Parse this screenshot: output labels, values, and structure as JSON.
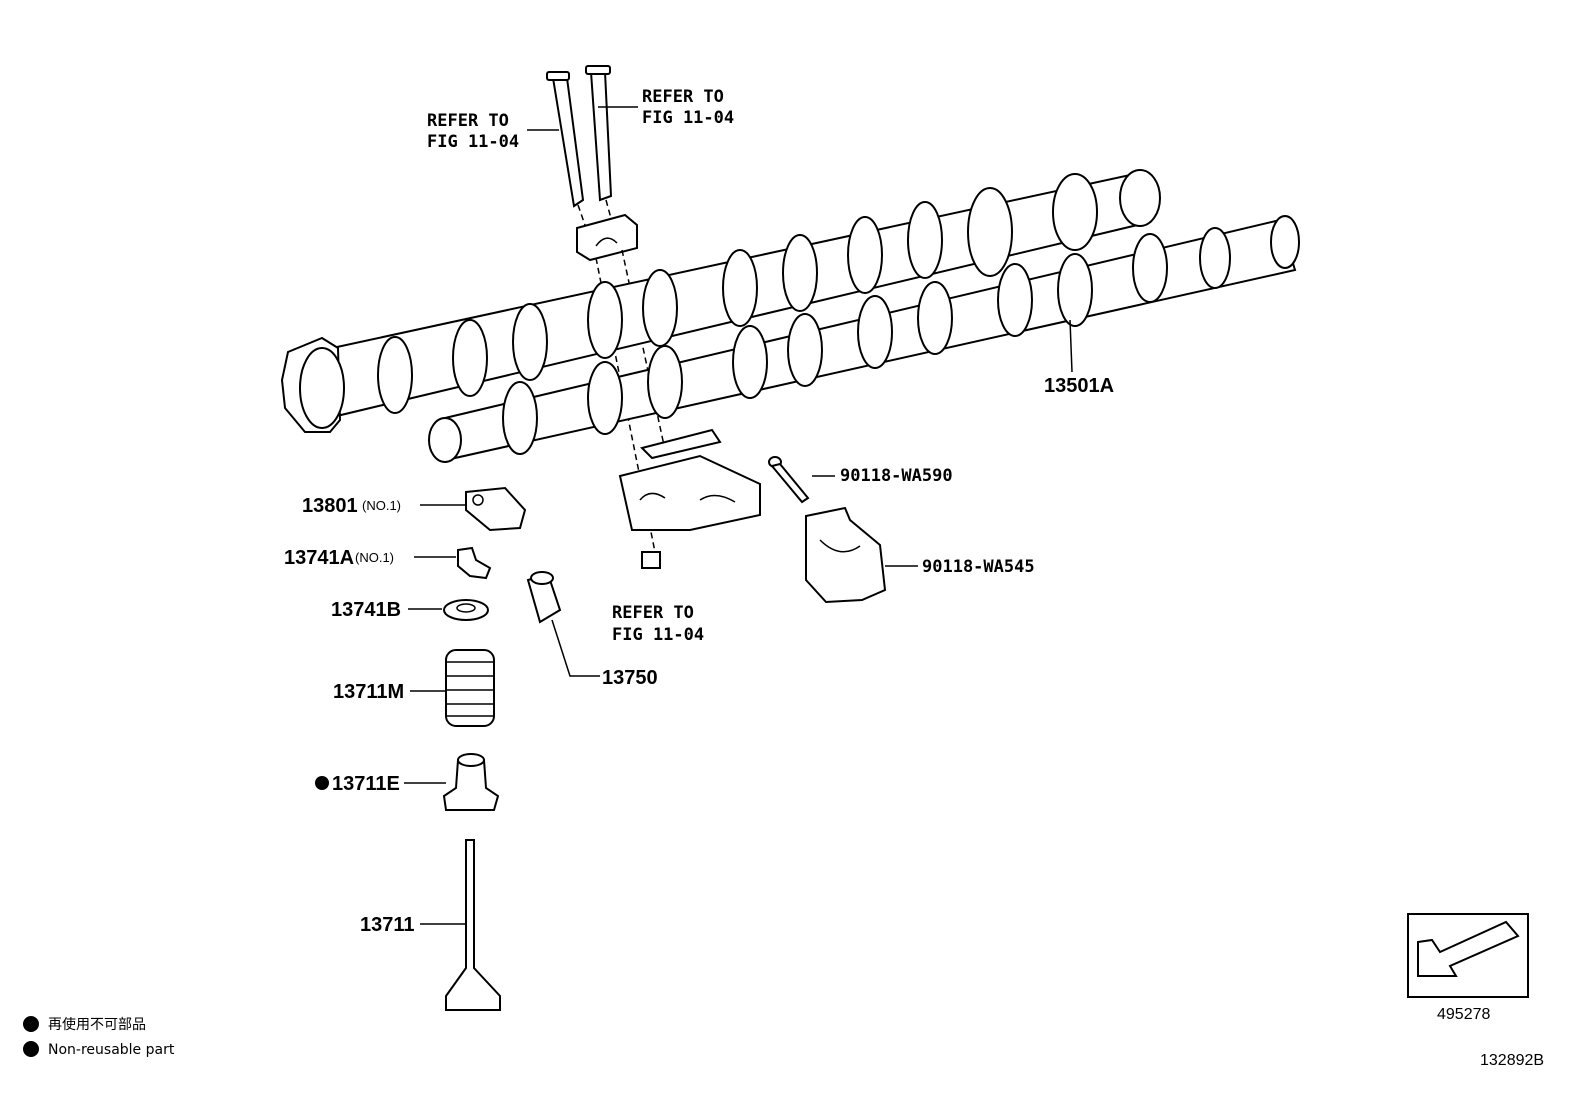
{
  "refer_labels": [
    {
      "line1": "REFER TO",
      "line2": "FIG 11-04"
    },
    {
      "line1": "REFER TO",
      "line2": "FIG 11-04"
    },
    {
      "line1": "REFER TO",
      "line2": "FIG 11-04"
    }
  ],
  "parts": {
    "camshaft": "13501A",
    "rocker_arm": "13801",
    "rocker_arm_note": "(NO.1)",
    "valve_key": "13741A",
    "valve_key_note": "(NO.1)",
    "spring_retainer": "13741B",
    "valve_spring": "13711M",
    "valve_stem_seal": "13711E",
    "valve": "13711",
    "lash_adjuster": "13750",
    "bolt": "90118-WA590",
    "bearing_cap": "90118-WA545"
  },
  "legend": {
    "japanese": "再使用不可部品",
    "english": "Non-reusable part"
  },
  "direction_box_code": "495278",
  "figure_code": "132892B"
}
